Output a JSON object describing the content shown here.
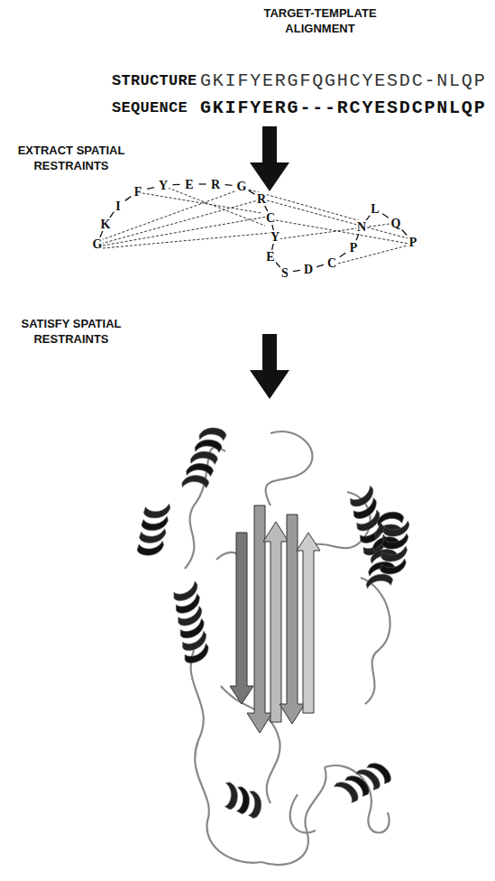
{
  "diagram": {
    "title": "TARGET-TEMPLATE ALIGNMENT",
    "labels": [
      "STRUCTURE",
      "GKIFYERGFQGHCYESDC-NLQP",
      "SEQUENCE",
      "GKIFYERG---RCYESDCPNLQP",
      "EXTRACT SPATIAL RESTRAINTS",
      "SATISFY SPATIAL RESTRAINTS",
      "G",
      "K",
      "I",
      "F",
      "Y",
      "E",
      "R",
      "G",
      "R",
      "C",
      "Y",
      "E",
      "S",
      "D",
      "C",
      "P",
      "N",
      "L",
      "Q",
      "P"
    ]
  }
}
